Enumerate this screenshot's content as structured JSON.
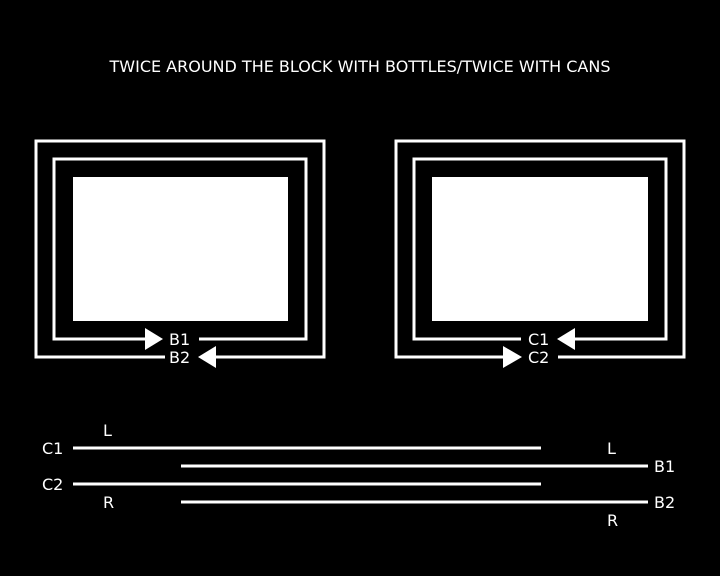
{
  "title": "TWICE AROUND THE BLOCK WITH BOTTLES/TWICE WITH CANS",
  "left_block": {
    "inner_label": "B1",
    "outer_label": "B2"
  },
  "right_block": {
    "inner_label": "C1",
    "outer_label": "C2"
  },
  "timeline": {
    "c1_label": "C1",
    "c2_label": "C2",
    "b1_label": "B1",
    "b2_label": "B2",
    "left_top_marker": "L",
    "left_bottom_marker": "R",
    "right_top_marker": "L",
    "right_bottom_marker": "R"
  }
}
